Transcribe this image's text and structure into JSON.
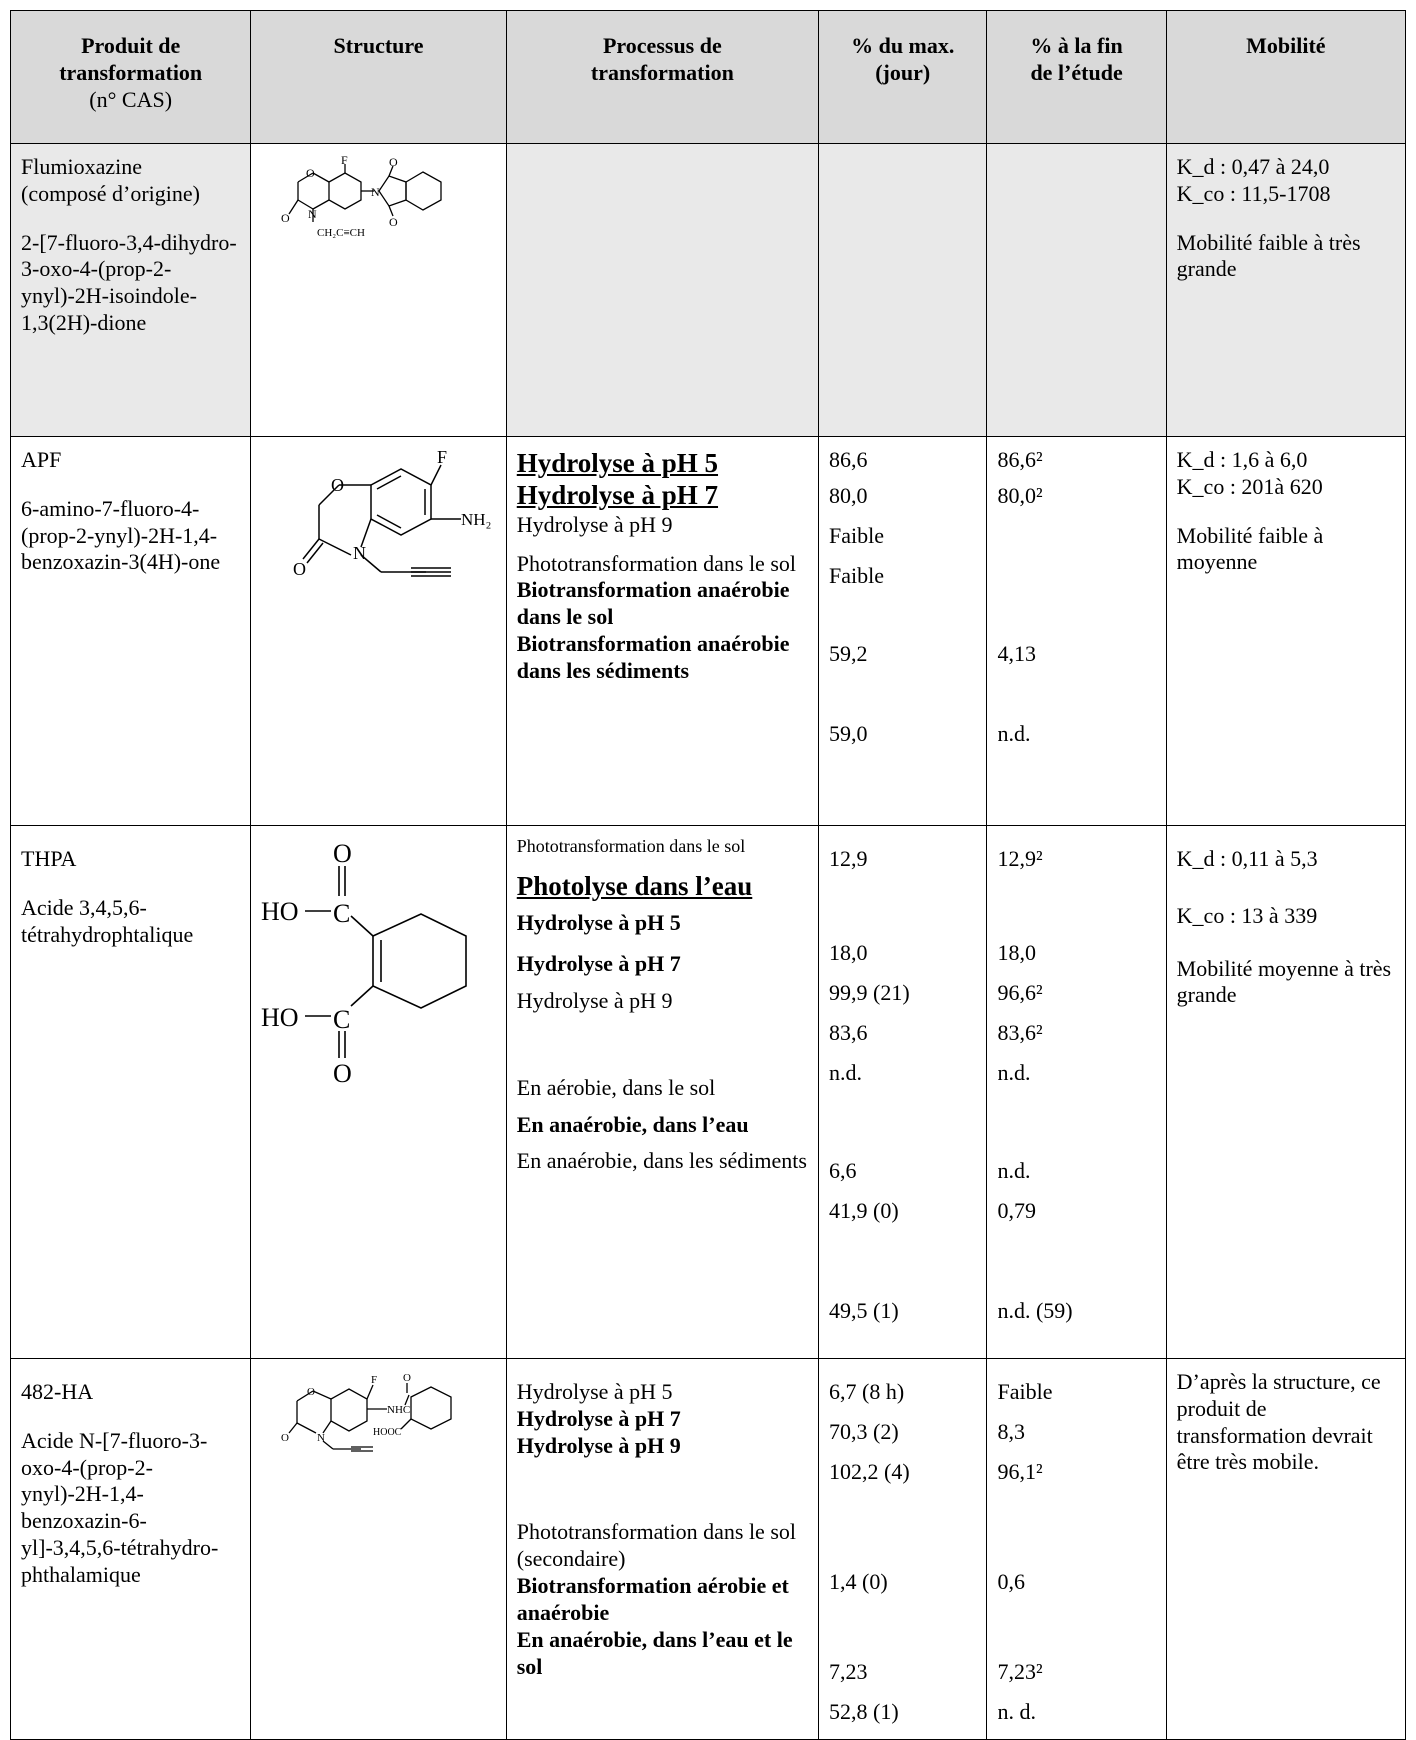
{
  "headers": {
    "col1_line1": "Produit de",
    "col1_line2": "transformation",
    "col1_line3": "(n° CAS)",
    "col2": "Structure",
    "col3_line1": "Processus de",
    "col3_line2": "transformation",
    "col4_line1": "% du max.",
    "col4_line2": "(jour)",
    "col5_line1": "% à la fin",
    "col5_line2": "de l’étude",
    "col6": "Mobilité"
  },
  "parent": {
    "name_line1": "Flumioxazine",
    "name_line2": "(composé d’origine)",
    "iupac": "2-[7-fluoro-3,4-dihydro-3-oxo-4-(prop-2-ynyl)-2H-isoindole-1,3(2H)-dione",
    "struct_labels": {
      "f": "F",
      "o1": "O",
      "o2": "O",
      "o3": "O",
      "o4": "O",
      "n1": "N",
      "n2": "N",
      "chain": "CH₂C≡CH"
    },
    "kd": "K_d : 0,47 à 24,0",
    "kco": "K_co : 11,5-1708",
    "mobility": "Mobilité faible à très grande"
  },
  "apf": {
    "code": "APF",
    "iupac": "6-amino-7-fluoro-4-(prop-2-ynyl)-2H-1,4-benzoxazin-3(4H)-one",
    "struct_labels": {
      "f": "F",
      "nh2": "NH₂",
      "o1": "O",
      "o2": "O",
      "n": "N"
    },
    "processes": [
      {
        "label": "Hydrolyse à pH 5",
        "style": "big",
        "max": "86,6",
        "end": "86,6²"
      },
      {
        "label": "Hydrolyse à pH 7",
        "style": "big",
        "max": "80,0",
        "end": "80,0²"
      },
      {
        "label": "Hydrolyse à pH 9",
        "style": "normal",
        "max": "Faible",
        "end": ""
      },
      {
        "label": "Phototransformation dans le sol",
        "style": "normal",
        "max": "Faible",
        "end": ""
      },
      {
        "label": "Biotransformation anaérobie dans le sol",
        "style": "bold",
        "max": "59,2",
        "end": "4,13"
      },
      {
        "label": "Biotransformation anaérobie dans les sédiments",
        "style": "bold",
        "max": "59,0",
        "end": "n.d."
      }
    ],
    "kd": "K_d : 1,6 à 6,0",
    "kco": "K_co : 201à 620",
    "mobility": "Mobilité faible à moyenne"
  },
  "thpa": {
    "code": "THPA",
    "iupac": "Acide 3,4,5,6-tétrahydrophtalique",
    "struct_labels": {
      "o_top": "O",
      "ho_top": "HO",
      "c_top": "C",
      "ho_bot": "HO",
      "c_bot": "C",
      "o_bot": "O"
    },
    "processes": [
      {
        "label": "Phototransformation dans le sol",
        "style": "small",
        "max": "12,9",
        "end": "12,9²"
      },
      {
        "label": "Photolyse dans l’eau",
        "style": "big",
        "max": "18,0",
        "end": "18,0"
      },
      {
        "label": "Hydrolyse à pH 5",
        "style": "bold",
        "max": "99,9 (21)",
        "end": "96,6²"
      },
      {
        "label": "Hydrolyse à pH 7",
        "style": "bold",
        "max": "83,6",
        "end": "83,6²"
      },
      {
        "label": "Hydrolyse à pH 9",
        "style": "normal",
        "max": "n.d.",
        "end": "n.d."
      },
      {
        "label": "En aérobie, dans le sol",
        "style": "normal",
        "max": "6,6",
        "end": "n.d."
      },
      {
        "label": "En anaérobie, dans l’eau",
        "style": "bold",
        "max": "41,9 (0)",
        "end": "0,79"
      },
      {
        "label": "En anaérobie, dans les sédiments",
        "style": "normal",
        "max": "49,5 (1)",
        "end": "n.d. (59)"
      }
    ],
    "kd": "K_d : 0,11 à 5,3",
    "kco": "K_co : 13 à 339",
    "mobility": "Mobilité moyenne à très grande"
  },
  "ha482": {
    "code": "482-HA",
    "iupac": "Acide N-[7-fluoro-3-oxo-4-(prop-2-ynyl)-2H-1,4-benzoxazin-6-yl]-3,4,5,6-tétrahydro-phthalamique",
    "struct_labels": {
      "f": "F",
      "o1": "O",
      "o2": "O",
      "o3": "O",
      "nhc": "NHC",
      "n": "N",
      "hooc": "HOOC"
    },
    "processes": [
      {
        "label": "Hydrolyse à pH 5",
        "style": "normal",
        "max": "6,7 (8 h)",
        "end": "Faible"
      },
      {
        "label": "Hydrolyse à pH 7",
        "style": "bold",
        "max": "70,3 (2)",
        "end": "8,3"
      },
      {
        "label": "Hydrolyse à pH 9",
        "style": "bold",
        "max": "102,2 (4)",
        "end": "96,1²"
      },
      {
        "label": "Phototransformation dans le sol (secondaire)",
        "style": "normal",
        "max": "1,4 (0)",
        "end": "0,6"
      },
      {
        "label": "Biotransformation aérobie et anaérobie",
        "style": "bold",
        "max": "7,23",
        "end": "7,23²"
      },
      {
        "label": "En anaérobie, dans l’eau et le sol",
        "style": "bold",
        "max": "52,8 (1)",
        "end": "n. d."
      }
    ],
    "mobility": "D’après la structure, ce produit de transformation devrait être très mobile."
  }
}
